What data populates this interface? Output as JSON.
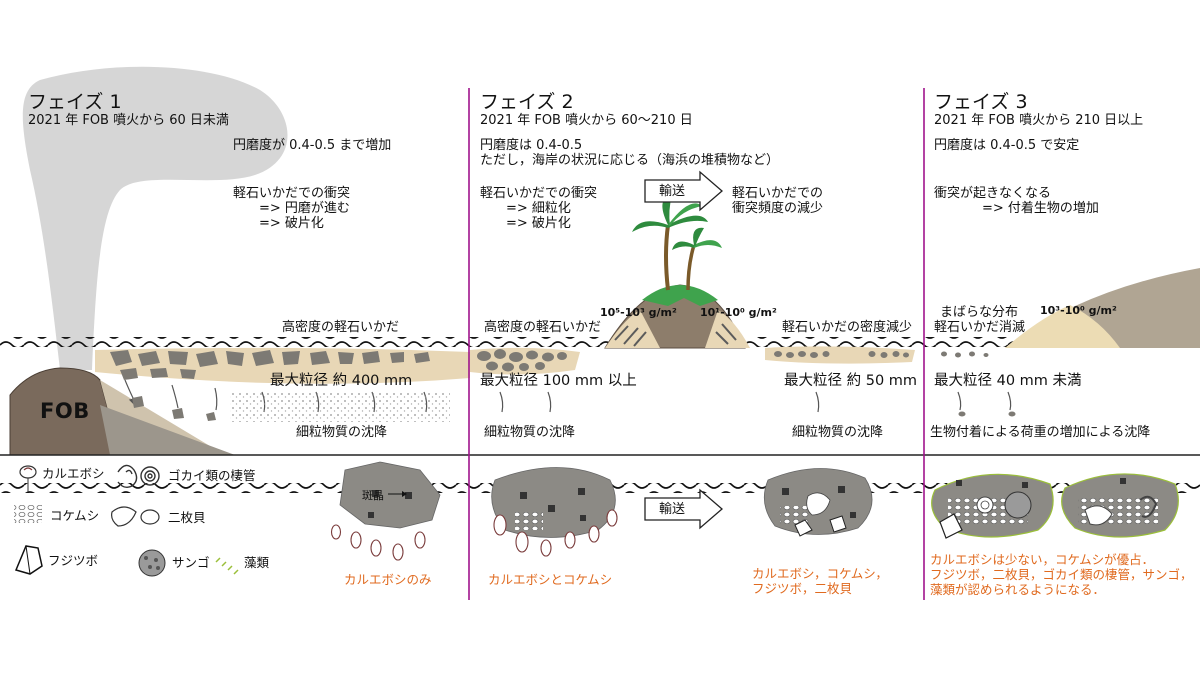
{
  "phases": [
    {
      "title": "フェイズ 1",
      "period": "2021 年 FOB 噴火から 60 日未満",
      "roundness": "円磨度が 0.4-0.5 まで増加",
      "process": [
        "軽石いかだでの衝突",
        "=> 円磨が進む",
        "=> 破片化"
      ],
      "raft": "高密度の軽石いかだ",
      "max_size": "最大粒径 約 400 mm",
      "sediment": "細粒物質の沈降",
      "biota": "カルエボシのみ"
    },
    {
      "title": "フェイズ 2",
      "period": "2021 年 FOB 噴火から 60〜210 日",
      "roundness": "円磨度は 0.4-0.5",
      "roundness_note": "ただし，海岸の状況に応じる（海浜の堆積物など）",
      "process": [
        "軽石いかだでの衝突",
        "=> 細粒化",
        "=> 破片化"
      ],
      "transport_label": "輸送",
      "transport_result": [
        "軽石いかだでの",
        "衝突頻度の減少"
      ],
      "raft": "高密度の軽石いかだ",
      "raft_reduced": "軽石いかだの密度減少",
      "density_left": "10⁵-10³ g/m²",
      "density_right": "10¹-10⁰ g/m²",
      "max_size": "最大粒径 100 mm 以上",
      "max_size_2": "最大粒径 約 50 mm",
      "sediment": "細粒物質の沈降",
      "sediment_2": "細粒物質の沈降",
      "biota": "カルエボシとコケムシ",
      "biota_2": [
        "カルエボシ，コケムシ，",
        "フジツボ，二枚貝"
      ],
      "transport_label_2": "輸送"
    },
    {
      "title": "フェイズ 3",
      "period": "2021 年 FOB 噴火から 210 日以上",
      "roundness": "円磨度は 0.4-0.5 で安定",
      "process": [
        "衝突が起きなくなる",
        "=> 付着生物の増加"
      ],
      "raft": [
        "まばらな分布",
        "軽石いかだ消滅"
      ],
      "density": "10³-10⁰ g/m²",
      "max_size": "最大粒径 40 mm 未満",
      "sediment": "生物付着による荷重の増加による沈降",
      "biota": [
        "カルエボシは少ない，コケムシが優占．",
        "フジツボ，二枚貝，ゴカイ類の棲管，サンゴ，",
        "藻類が認められるようになる．"
      ]
    }
  ],
  "volcano_label": "FOB",
  "phenocryst_label": "斑晶",
  "legend": {
    "barnacle_goose": "カルエボシ",
    "bryozoan": "コケムシ",
    "barnacle": "フジツボ",
    "polychaete_tube": "ゴカイ類の棲管",
    "bivalve": "二枚貝",
    "coral": "サンゴ",
    "algae": "藻類"
  },
  "colors": {
    "divider": "#a0148c",
    "annotation": "#e06a1f",
    "plume": "#c8c8c8",
    "pumice": "#7d7a74",
    "sand": "#e8d7b6",
    "volcano": "#7a6a5c",
    "island": "#8d7d6b"
  }
}
